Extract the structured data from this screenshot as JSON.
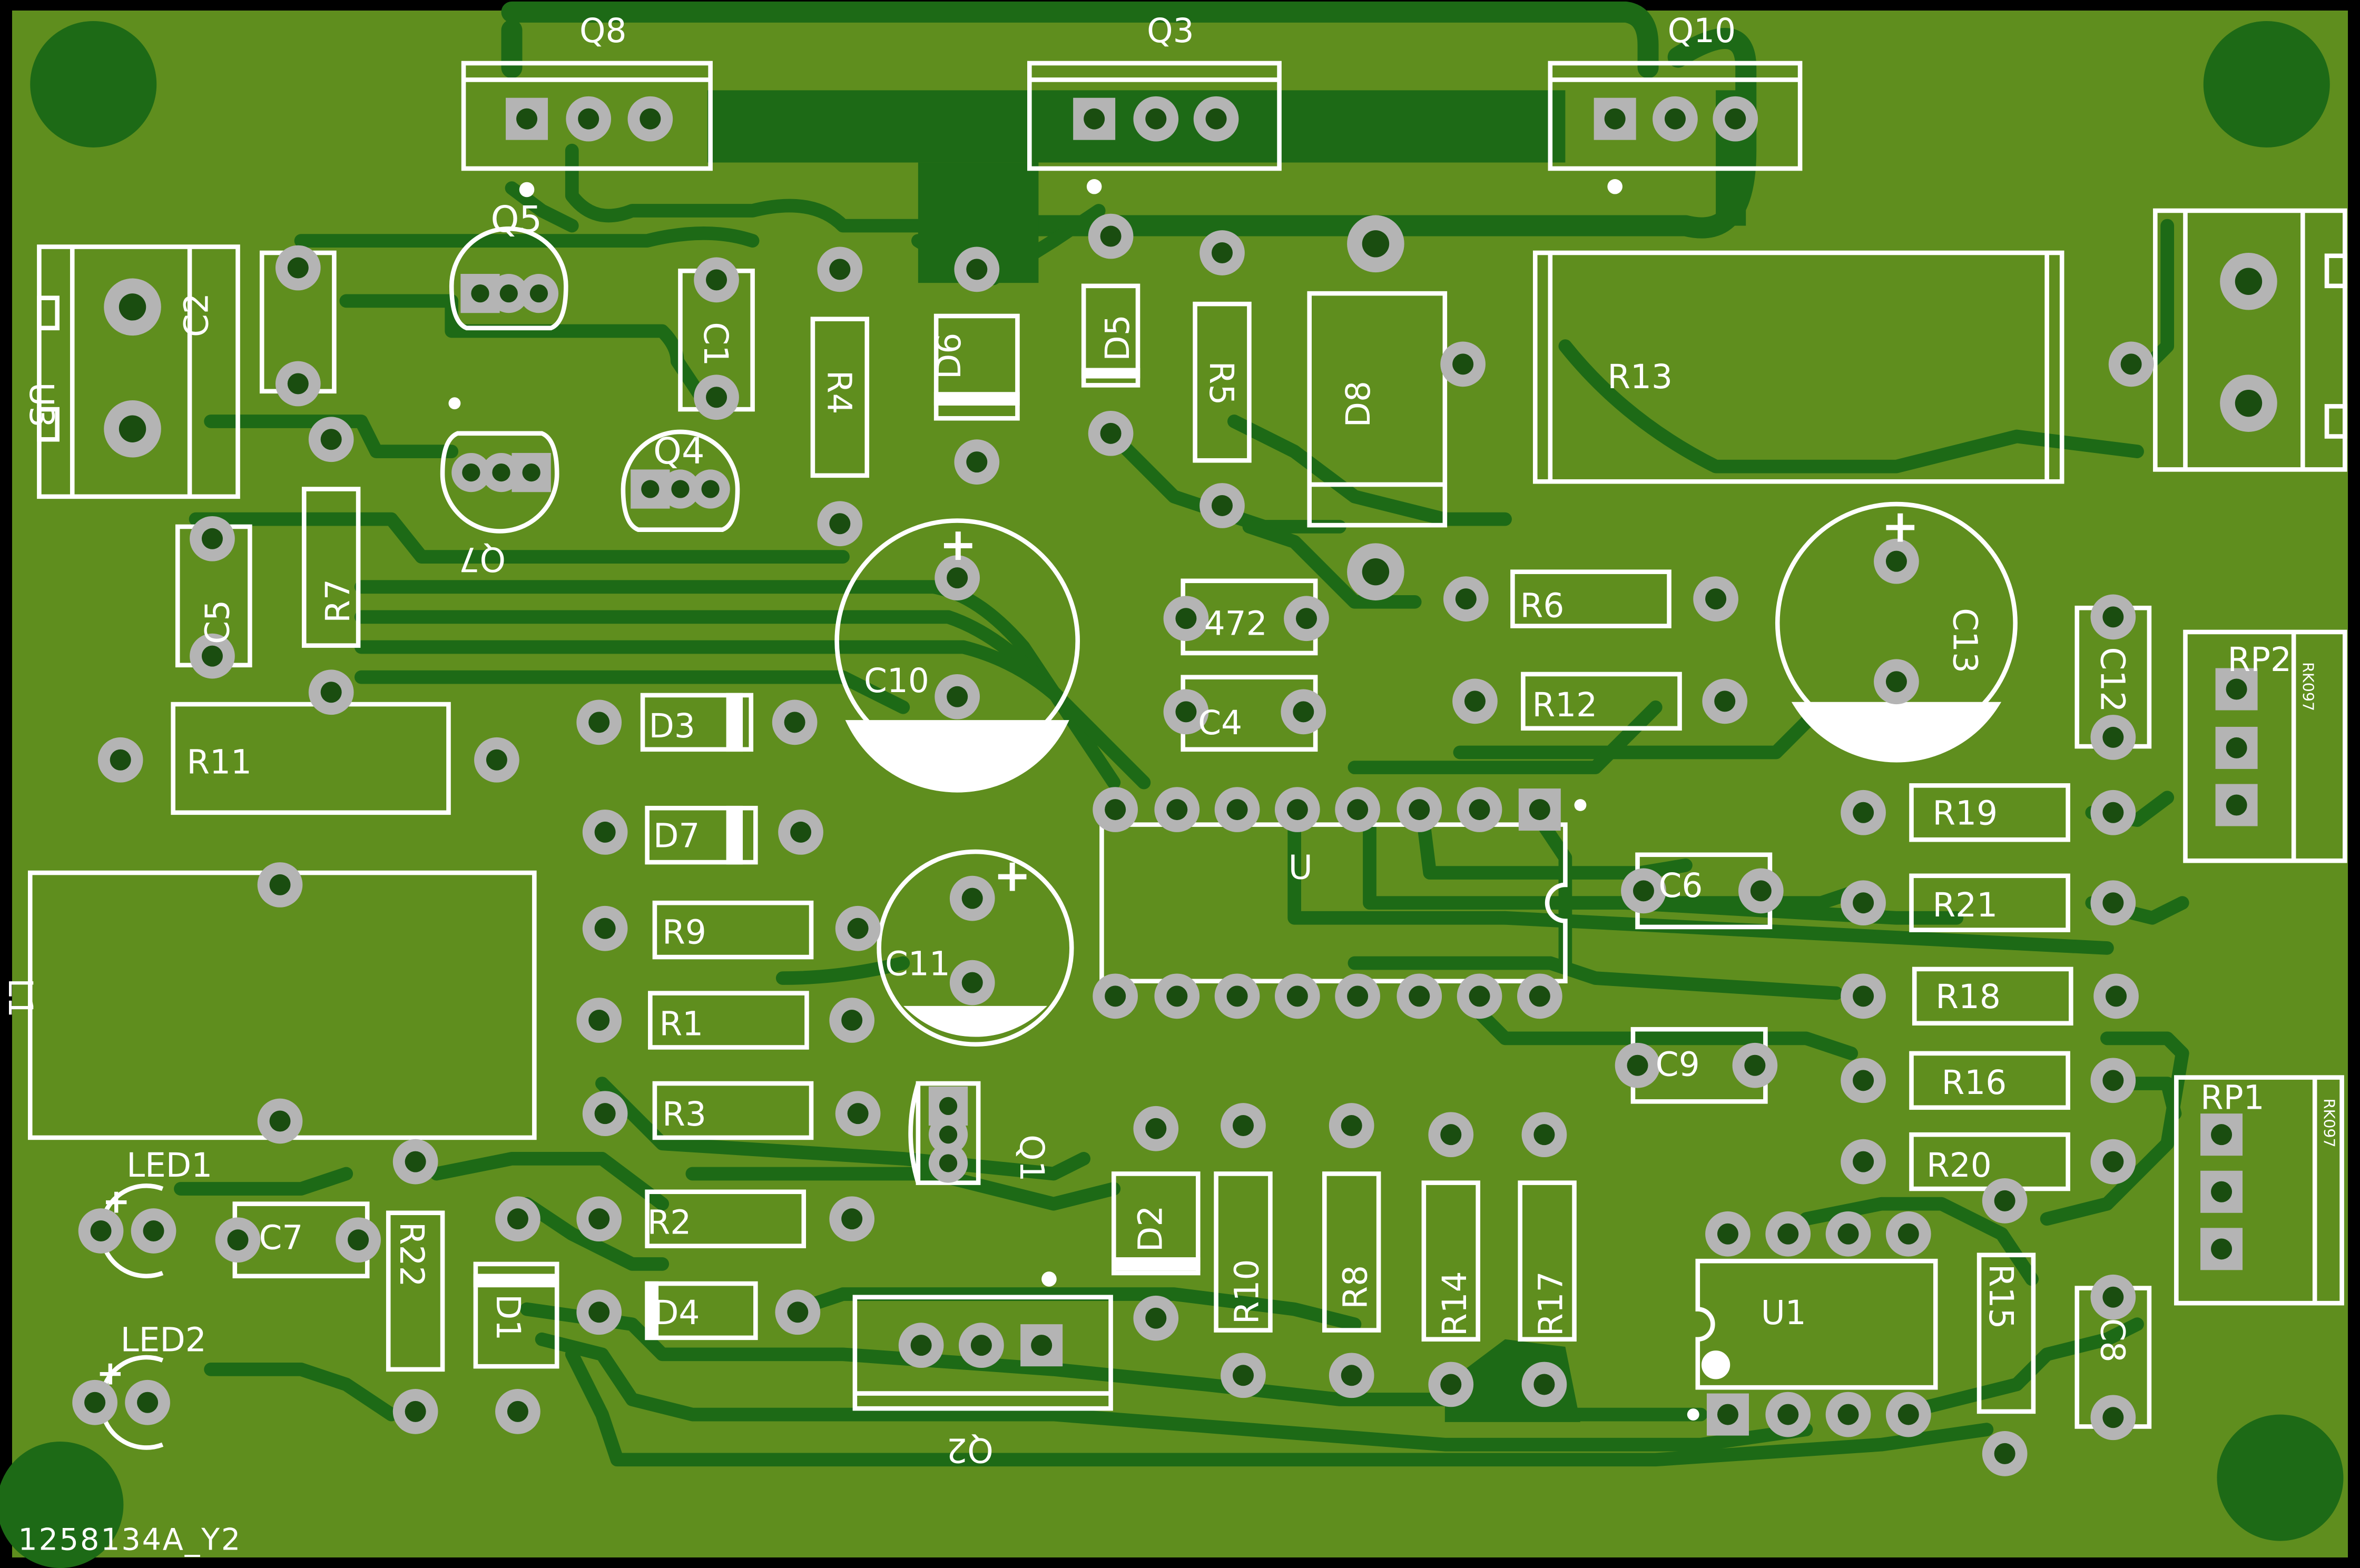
{
  "board": {
    "id_label": "1258134A_Y2",
    "colors": {
      "outline": "#000000",
      "substrate": "#5f8e1e",
      "copper": "#1d6a16",
      "silkscreen": "#ffffff",
      "pad_ring": "#b4b4b4",
      "hole": "#1a4d10"
    }
  },
  "designators": {
    "q8": "Q8",
    "q3": "Q3",
    "q10": "Q10",
    "q5": "Q5",
    "q4": "Q4",
    "q7": "Q7",
    "q1": "Q1",
    "q2": "Q2",
    "u3": "U3",
    "u": "U",
    "u1": "U1",
    "c1": "C1",
    "c2": "C2",
    "c4": "C4",
    "c5": "C5",
    "c6": "C6",
    "c7": "C7",
    "c8": "C8",
    "c9": "C9",
    "c10": "C10",
    "c11": "C11",
    "c12": "C12",
    "c13": "C13",
    "c472": "472",
    "r1": "R1",
    "r2": "R2",
    "r3": "R3",
    "r4": "R4",
    "r5": "R5",
    "r6": "R6",
    "r7": "R7",
    "r8": "R8",
    "r9": "R9",
    "r10": "R10",
    "r11": "R11",
    "r12": "R12",
    "r13": "R13",
    "r14": "R14",
    "r15": "R15",
    "r16": "R16",
    "r17": "R17",
    "r18": "R18",
    "r19": "R19",
    "r20": "R20",
    "r21": "R21",
    "r22": "R22",
    "d1": "D1",
    "d2": "D2",
    "d3": "D3",
    "d4": "D4",
    "d5": "D5",
    "d6": "D6",
    "d7": "D7",
    "d8": "D8",
    "led1": "LED1",
    "led2": "LED2",
    "rp1": "RP1",
    "rp2": "RP2",
    "rk097": "RK097",
    "l1": "L1",
    "plus": "+"
  }
}
